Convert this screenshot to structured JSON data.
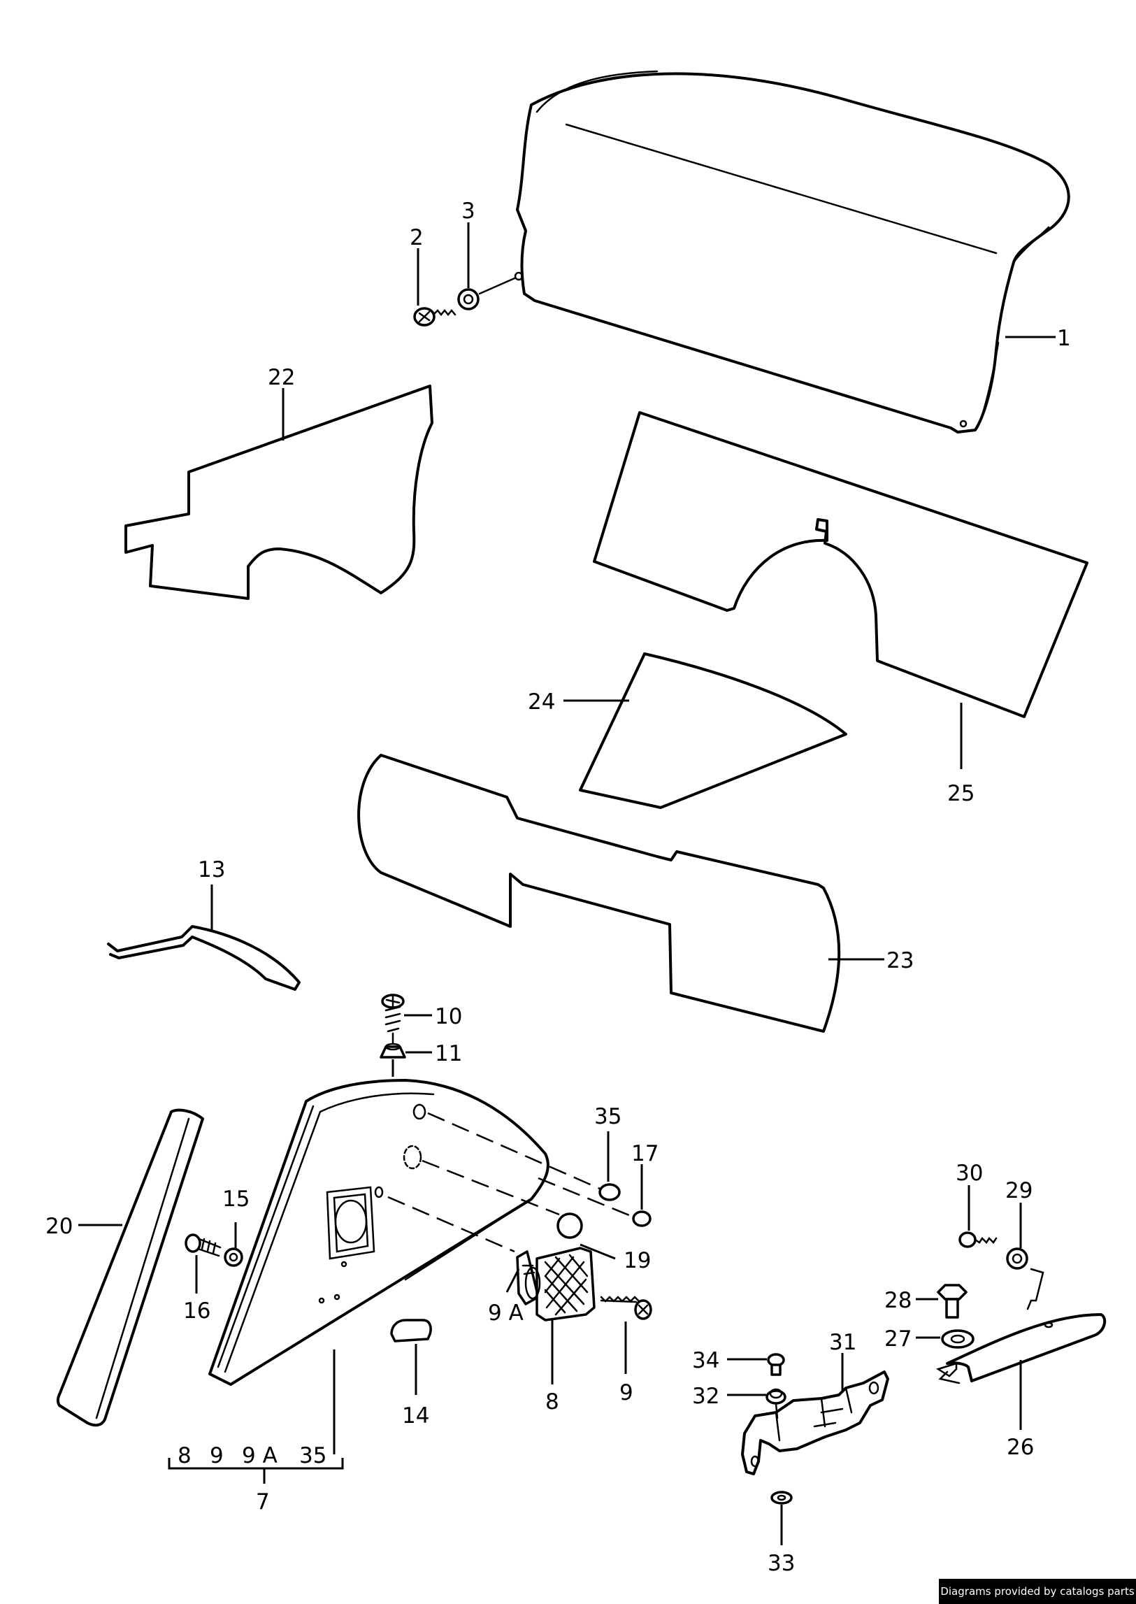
{
  "diagram": {
    "callouts": {
      "c1": "1",
      "c2": "2",
      "c3": "3",
      "c22": "22",
      "c24": "24",
      "c25": "25",
      "c13": "13",
      "c23": "23",
      "c10": "10",
      "c11": "11",
      "c35": "35",
      "c17": "17",
      "c15": "15",
      "c20": "20",
      "c16": "16",
      "c19": "19",
      "c9a": "9 A",
      "c9": "9",
      "c14": "14",
      "c8": "8",
      "c30": "30",
      "c29": "29",
      "c28": "28",
      "c27": "27",
      "c34": "34",
      "c31": "31",
      "c32": "32",
      "c26": "26",
      "c33": "33",
      "c7": "7"
    },
    "kit_list": [
      "8",
      "9",
      "9 A",
      "35"
    ]
  },
  "watermark": "Diagrams provided by catalogs parts"
}
